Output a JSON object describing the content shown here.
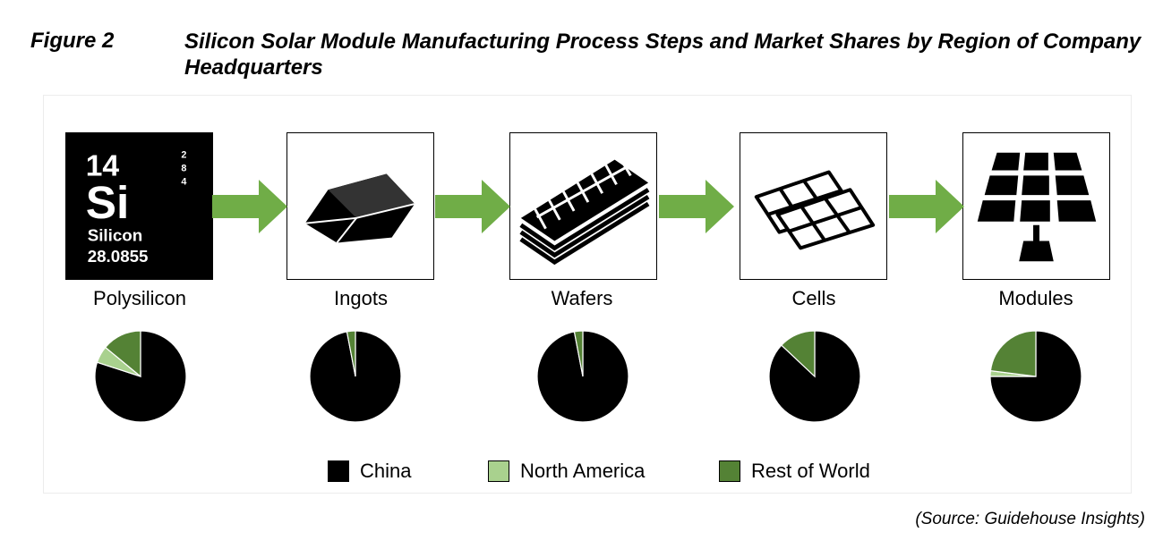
{
  "figure": {
    "label": "Figure 2",
    "title": "Silicon Solar Module Manufacturing Process Steps and Market Shares by Region of Company Headquarters",
    "source": "(Source: Guidehouse Insights)"
  },
  "element_tile": {
    "atomic_number": "14",
    "symbol": "Si",
    "name": "Silicon",
    "atomic_mass": "28.0855",
    "shells": [
      "2",
      "8",
      "4"
    ]
  },
  "colors": {
    "China": "#000000",
    "North America": "#a9d18e",
    "Rest of World": "#548235",
    "arrow": "#70ad47"
  },
  "chart_data": {
    "type": "pie",
    "categories": [
      "Polysilicon",
      "Ingots",
      "Wafers",
      "Cells",
      "Modules"
    ],
    "series": [
      {
        "name": "China",
        "values": [
          80,
          97,
          97,
          87,
          75
        ]
      },
      {
        "name": "North America",
        "values": [
          6,
          0,
          0,
          0,
          2
        ]
      },
      {
        "name": "Rest of World",
        "values": [
          14,
          3,
          3,
          13,
          23
        ]
      }
    ],
    "legend": {
      "position": "bottom",
      "entries": [
        "China",
        "North America",
        "Rest of World"
      ]
    }
  }
}
